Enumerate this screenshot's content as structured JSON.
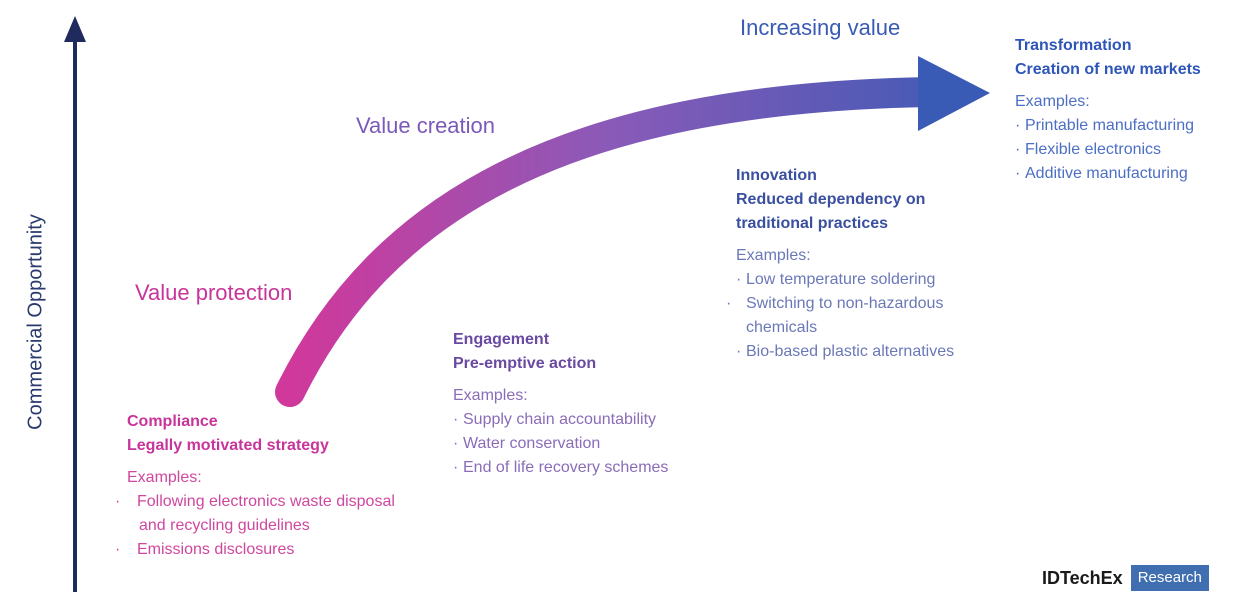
{
  "axis": {
    "label": "Commercial Opportunity"
  },
  "phases": {
    "value_protection": "Value protection",
    "value_creation": "Value creation",
    "increasing_value": "Increasing value"
  },
  "stages": {
    "compliance": {
      "title": "Compliance",
      "subtitle": "Legally motivated strategy",
      "examples_label": "Examples:",
      "items": [
        "Following electronics waste disposal and recycling guidelines",
        "Emissions disclosures"
      ]
    },
    "engagement": {
      "title": "Engagement",
      "subtitle": "Pre-emptive action",
      "examples_label": "Examples:",
      "items": [
        "Supply chain accountability",
        "Water conservation",
        "End of life recovery schemes"
      ]
    },
    "innovation": {
      "title": "Innovation",
      "subtitle_line1": "Reduced dependency on",
      "subtitle_line2": "traditional practices",
      "examples_label": "Examples:",
      "items": [
        "Low temperature soldering",
        "Switching to non-hazardous chemicals",
        "Bio-based plastic alternatives"
      ]
    },
    "transformation": {
      "title": "Transformation",
      "subtitle": "Creation of new markets",
      "examples_label": "Examples:",
      "items": [
        "Printable manufacturing",
        "Flexible electronics",
        "Additive manufacturing"
      ]
    }
  },
  "logo": {
    "main": "IDTechEx",
    "box": "Research"
  },
  "colors": {
    "axis": "#1f2b5c",
    "arrow_start": "#c8359a",
    "arrow_mid": "#7a5ab8",
    "arrow_end": "#3a5bb5",
    "logo_box": "#3f6fb0"
  }
}
